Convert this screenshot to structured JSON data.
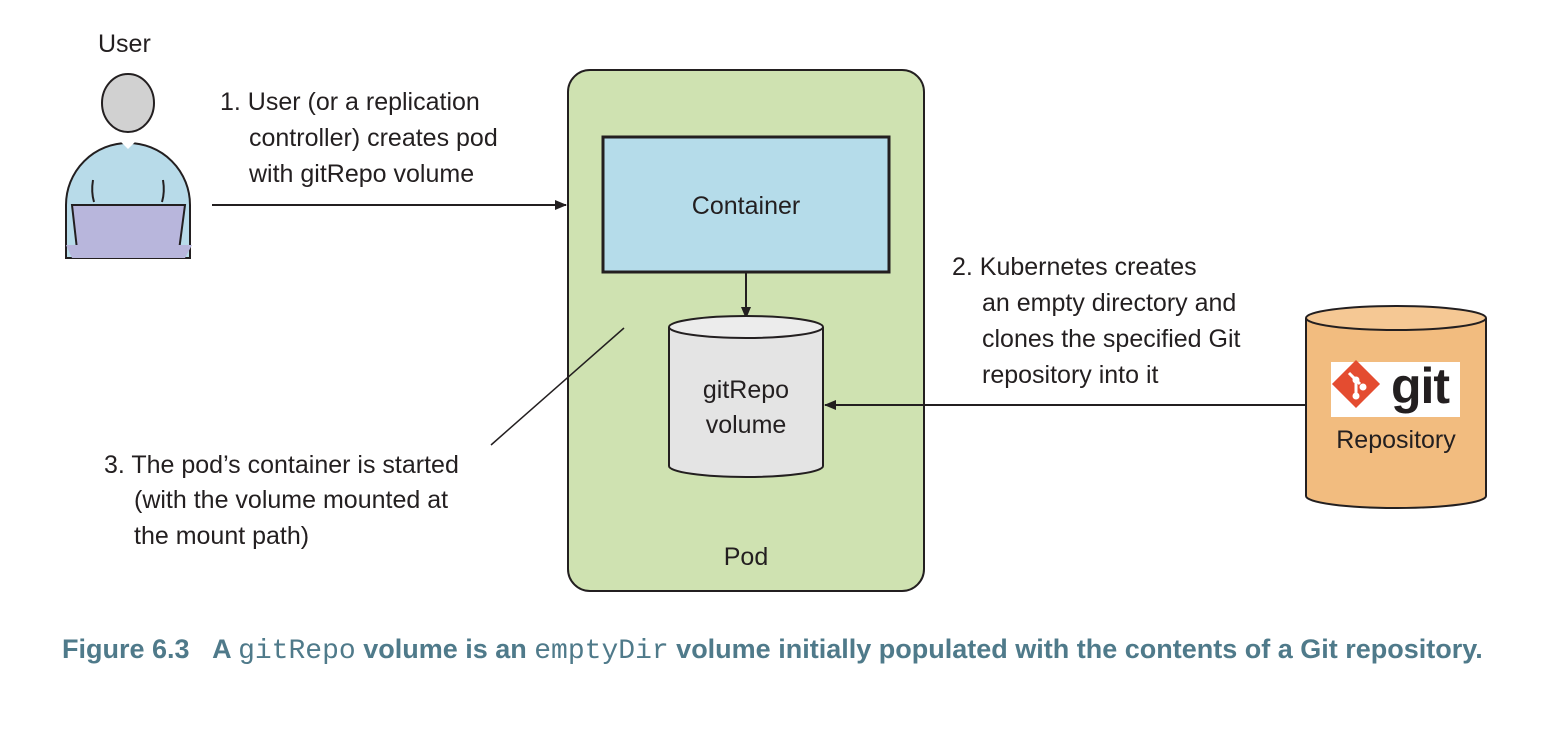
{
  "actors": {
    "user_label": "User"
  },
  "pod": {
    "label": "Pod",
    "container_label": "Container",
    "volume_label_line1": "gitRepo",
    "volume_label_line2": "volume"
  },
  "repository": {
    "logo_text": "git",
    "label": "Repository"
  },
  "steps": {
    "step1": [
      "1. User (or a replication",
      "controller) creates pod",
      "with gitRepo volume"
    ],
    "step2": [
      "2. Kubernetes creates",
      "an empty directory and",
      "clones the specified Git",
      "repository into it"
    ],
    "step3": [
      "3. The pod’s container is started",
      "(with the volume mounted at",
      "the mount path)"
    ]
  },
  "caption": {
    "figure": "Figure 6.3",
    "part1": "A ",
    "code1": "gitRepo",
    "part2": " volume is an ",
    "code2": "emptyDir",
    "part3": " volume initially populated with the contents of a Git repository."
  },
  "colors": {
    "pod_fill": "#cfe2b1",
    "container_fill": "#b5dcea",
    "volume_fill": "#e4e4e4",
    "repository_fill": "#f2bc7f",
    "user_shirt": "#b8dbe9",
    "user_head": "#d1d1d1",
    "laptop": "#b8b6dc",
    "git_logo": "#e44c30",
    "caption_color": "#4f7a8a"
  }
}
